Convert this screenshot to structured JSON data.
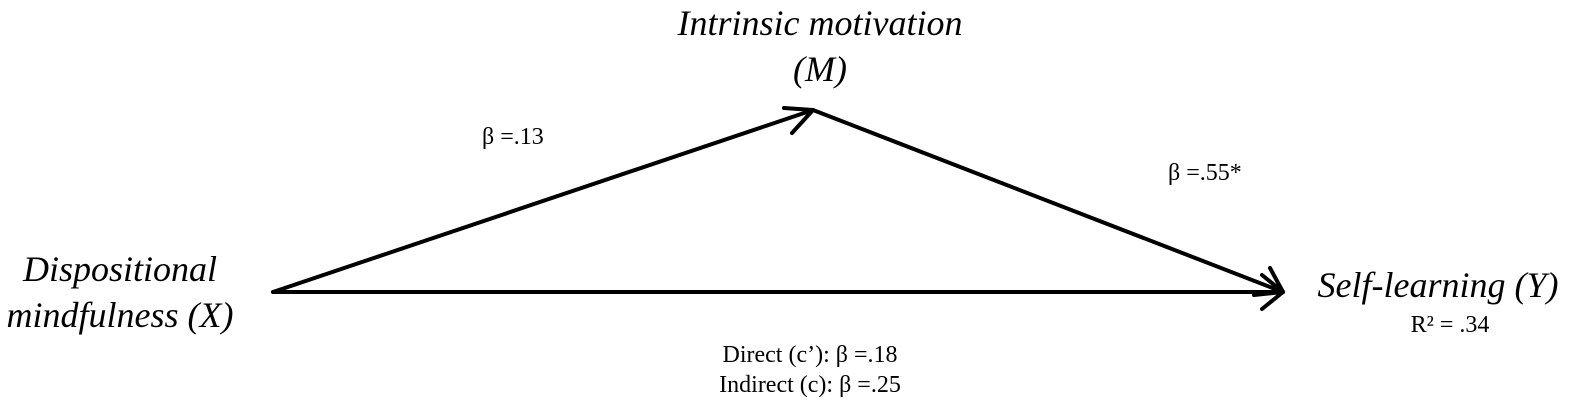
{
  "nodes": {
    "mediator": {
      "line1": "Intrinsic motivation",
      "line2": "(M)"
    },
    "predictor": {
      "line1": "Dispositional",
      "line2": "mindfulness (X)"
    },
    "outcome": {
      "line1": "Self-learning (Y)",
      "r_squared": "R² = .34"
    }
  },
  "paths": {
    "a": "β =.13",
    "b": "β =.55*"
  },
  "effects": {
    "direct": "Direct (c’): β =.18",
    "indirect": "Indirect (c): β =.25"
  },
  "colors": {
    "stroke": "#000000",
    "background": "#ffffff"
  }
}
